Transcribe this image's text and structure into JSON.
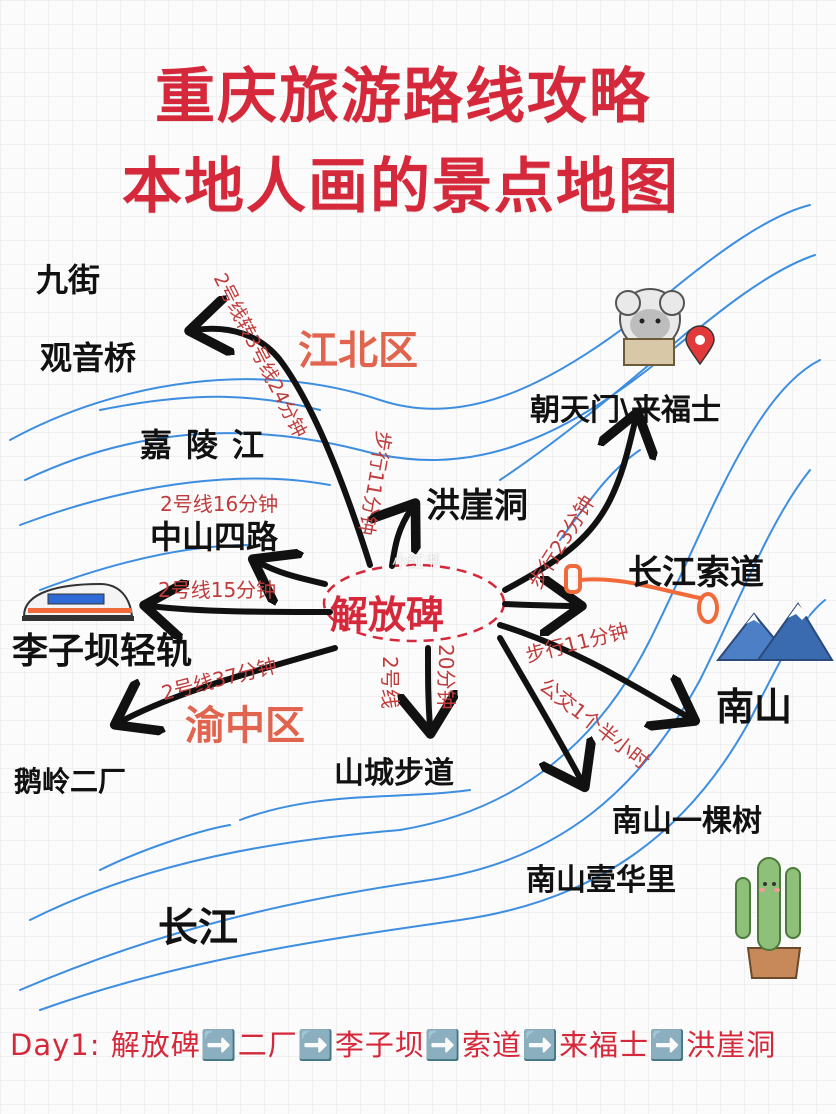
{
  "title": {
    "line1": "重庆旅游路线攻略",
    "line2": "本地人画的景点地图"
  },
  "districts": {
    "jiangbei": "江北区",
    "yuzhong": "渝中区"
  },
  "rivers": {
    "jialing": "嘉陵江",
    "changjiang": "长江"
  },
  "places": {
    "jiefangbei": "解放碑",
    "jiujie": "九街",
    "guanyinqiao": "观音桥",
    "chaotianmen": "朝天门\\来福士",
    "hongyadong": "洪崖洞",
    "zhongshansilu": "中山四路",
    "changjiangsuodao": "长江索道",
    "liziba": "李子坝轻轨",
    "nanshan": "南山",
    "eling": "鹅岭二厂",
    "shanchengbudao": "山城步道",
    "nanshanyikeshu": "南山一棵树",
    "nanshanyihuali": "南山壹华里"
  },
  "routes": {
    "to_guanyinqiao": "2号线转3号线24分钟",
    "to_hongyadong": "步行11分钟",
    "to_chaotianmen": "步行23分钟",
    "to_zhongshansilu": "2号线16分钟",
    "to_liziba": "2号线15分钟",
    "to_eling": "2号线37分钟",
    "to_shanchengbudao_a": "2号线",
    "to_shanchengbudao_b": "20分钟",
    "to_suodao": "步行11分钟",
    "to_nanshan": "公交1个半小时"
  },
  "watermark": "小红书",
  "itinerary": "Day1: 解放碑➡️二厂➡️李子坝➡️索道➡️来福士➡️洪崖洞",
  "icons": [
    "train-icon",
    "sheep-icon",
    "map-pin-icon",
    "mountain-icon",
    "cactus-icon",
    "cable-car-icon"
  ],
  "colors": {
    "title": "#d6283b",
    "district": "#e0644e",
    "route": "#c03b3b",
    "river": "#3d8ee0"
  }
}
